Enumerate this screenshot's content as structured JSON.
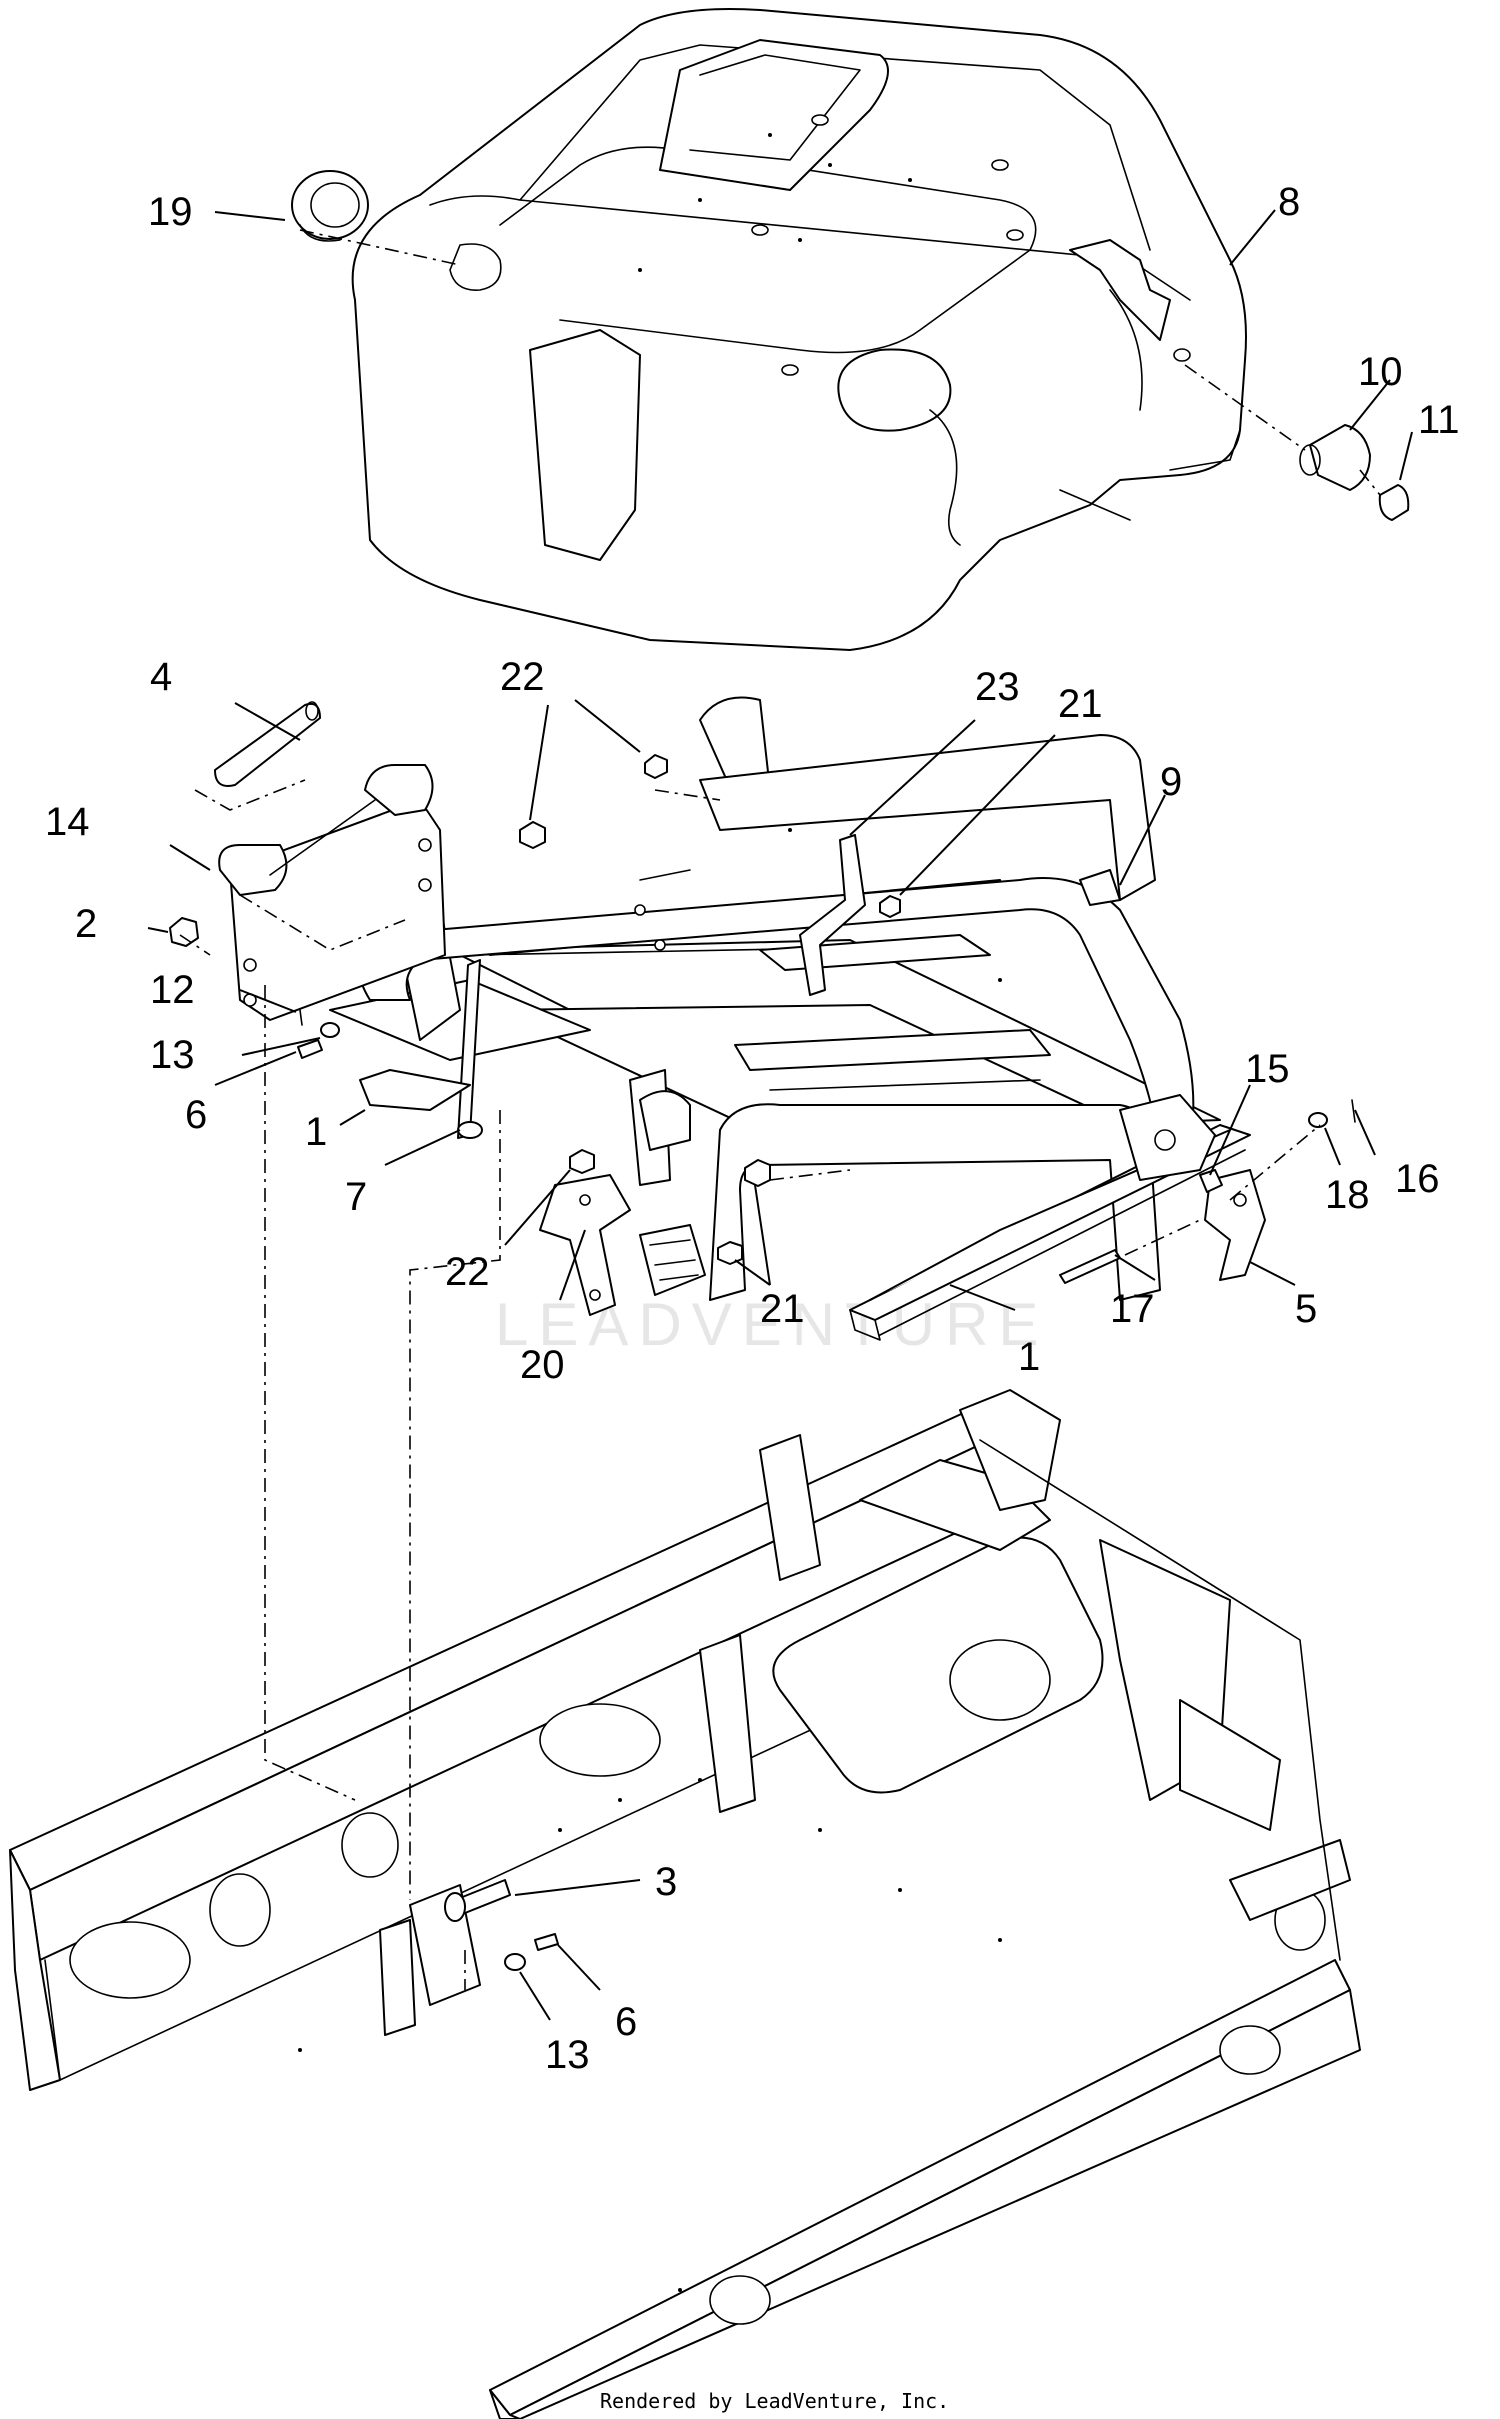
{
  "diagram": {
    "callouts": [
      "19",
      "8",
      "10",
      "11",
      "4",
      "22",
      "23",
      "21",
      "9",
      "14",
      "2",
      "12",
      "13",
      "6",
      "1",
      "7",
      "15",
      "16",
      "18",
      "5",
      "17",
      "22",
      "21",
      "20",
      "1",
      "3",
      "6",
      "13"
    ],
    "credit": "Rendered by LeadVenture, Inc.",
    "watermark": "LEADVENTURE"
  },
  "colors": {
    "line": "#000000",
    "background": "#ffffff",
    "watermark": "#e6e6e6"
  }
}
